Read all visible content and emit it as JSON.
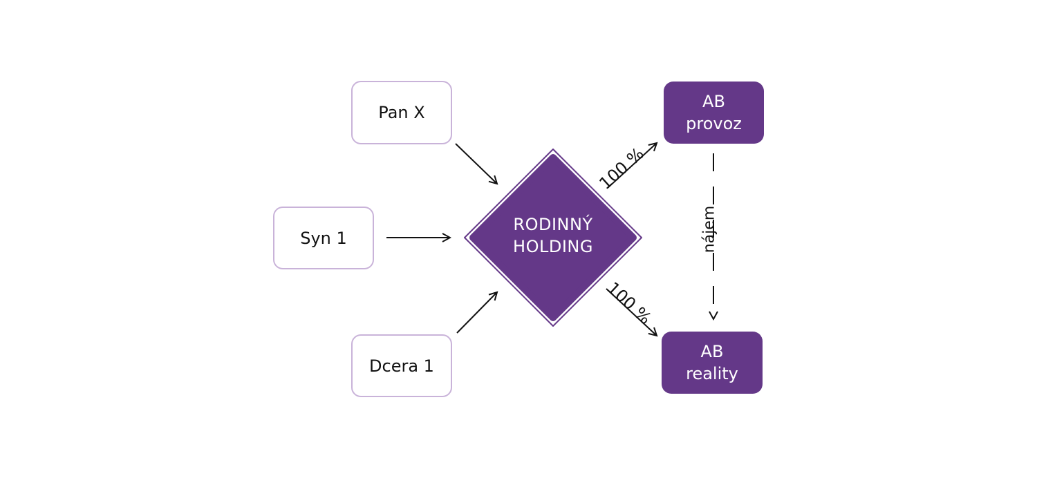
{
  "diagram": {
    "owners": [
      {
        "label": "Pan X"
      },
      {
        "label": "Syn 1"
      },
      {
        "label": "Dcera 1"
      }
    ],
    "holding": {
      "line1": "RODINNÝ",
      "line2": "HOLDING"
    },
    "subsidiaries": [
      {
        "label": "AB\nprovoz"
      },
      {
        "label": "AB\nreality"
      }
    ],
    "ownership_labels": [
      "100 %",
      "100 %"
    ],
    "relation_label": "nájem",
    "colors": {
      "primary": "#643888",
      "outline": "#c9b3d9",
      "text": "#111111",
      "arrow": "#111111"
    }
  }
}
